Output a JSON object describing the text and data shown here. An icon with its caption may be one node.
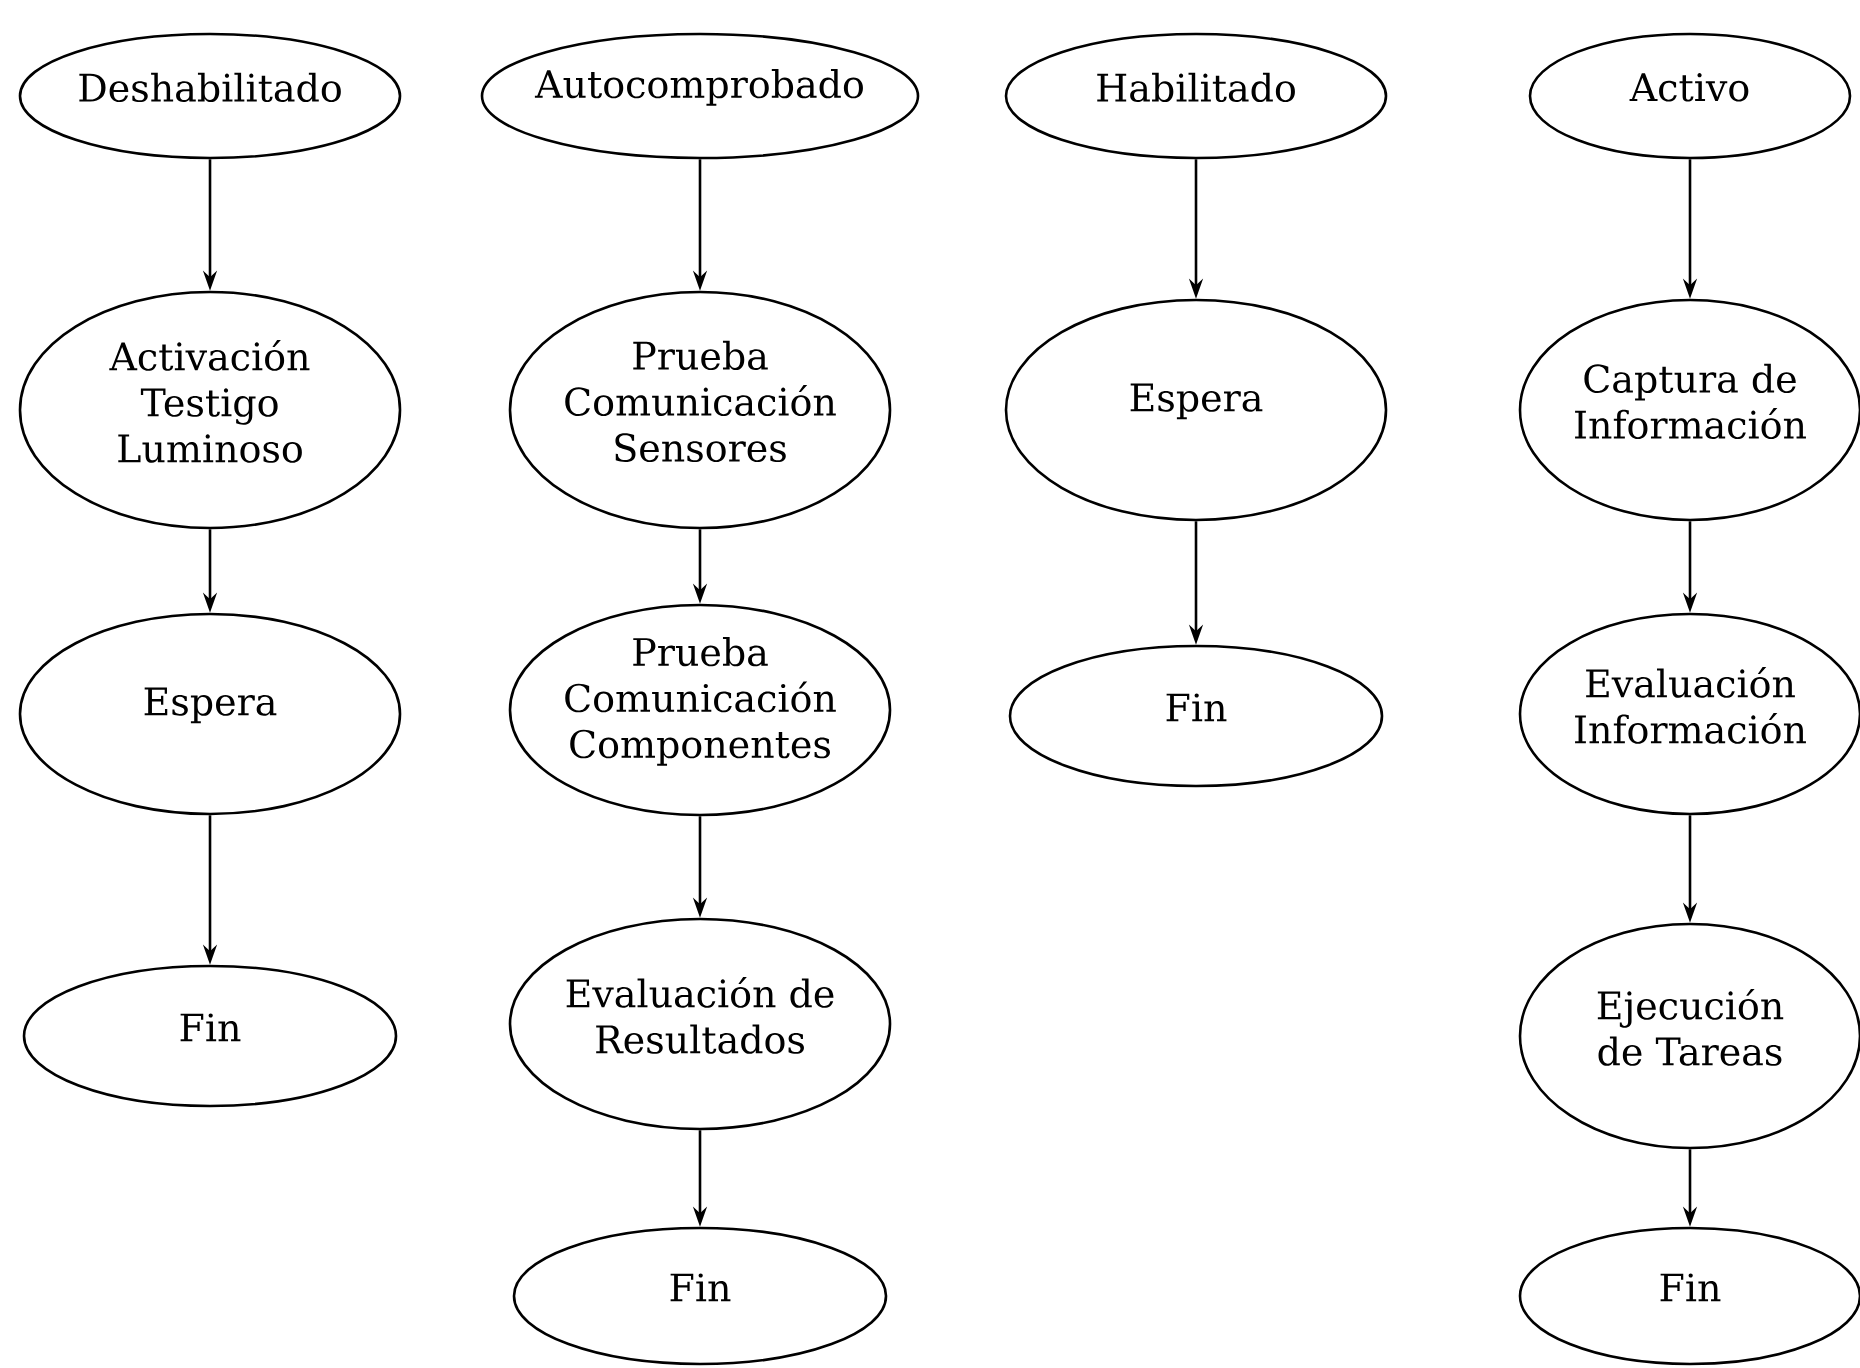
{
  "diagram": {
    "nodes": [
      {
        "text": [
          "Deshabilitado"
        ]
      },
      {
        "text": [
          "Activación Testigo Luminoso"
        ]
      },
      {
        "text": [
          "Espera"
        ]
      },
      {
        "text": [
          "Fin"
        ]
      },
      {
        "text": [
          "Autocomprobado"
        ]
      },
      {
        "text": [
          "Prueba Comunicación Sensores"
        ]
      },
      {
        "text": [
          "Prueba Comunicación Componentes"
        ]
      },
      {
        "text": [
          "Evaluación de Resultados"
        ]
      },
      {
        "text": [
          "Fin"
        ]
      },
      {
        "text": [
          "Habilitado"
        ]
      },
      {
        "text": [
          "Espera"
        ]
      },
      {
        "text": [
          "Fin"
        ]
      },
      {
        "text": [
          "Activo"
        ]
      },
      {
        "text": [
          "Captura de Información"
        ]
      },
      {
        "text": [
          "Evaluación Información"
        ]
      },
      {
        "text": [
          "Ejecución de Tareas"
        ]
      },
      {
        "text": [
          "Fin"
        ]
      }
    ],
    "edges": [
      {
        "from": 0,
        "to": 1,
        "arrow": "to"
      },
      {
        "from": 1,
        "to": 2,
        "arrow": "to"
      },
      {
        "from": 2,
        "to": 3,
        "arrow": "to"
      },
      {
        "from": 4,
        "to": 5,
        "arrow": "to"
      },
      {
        "from": 5,
        "to": 6,
        "arrow": "to"
      },
      {
        "from": 6,
        "to": 7,
        "arrow": "to"
      },
      {
        "from": 7,
        "to": 8,
        "arrow": "to"
      },
      {
        "from": 9,
        "to": 10,
        "arrow": "to"
      },
      {
        "from": 10,
        "to": 11,
        "arrow": "to"
      },
      {
        "from": 12,
        "to": 13,
        "arrow": "to"
      },
      {
        "from": 13,
        "to": 14,
        "arrow": "to"
      },
      {
        "from": 14,
        "to": 15,
        "arrow": "to"
      },
      {
        "from": 15,
        "to": 16,
        "arrow": "to"
      }
    ]
  }
}
